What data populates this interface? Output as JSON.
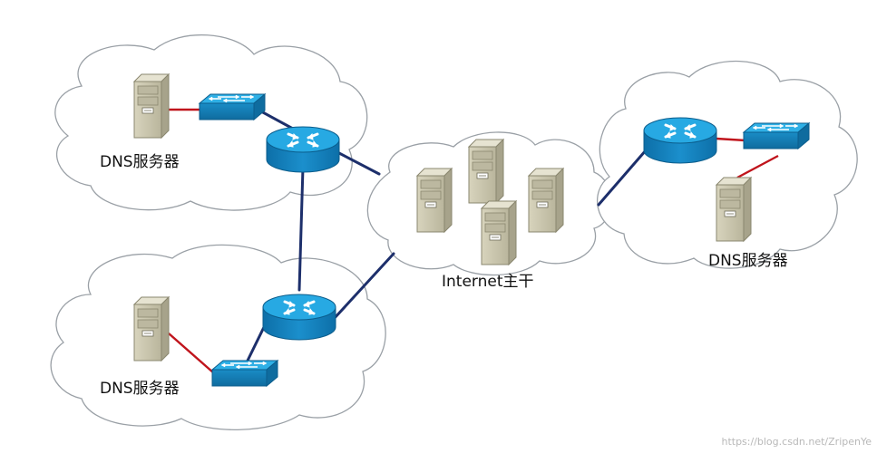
{
  "labels": {
    "dns_top_left": "DNS服务器",
    "dns_bottom_left": "DNS服务器",
    "dns_right": "DNS服务器",
    "internet": "Internet主干"
  },
  "watermark": "https://blog.csdn.net/ZripenYe",
  "colors": {
    "cloud_stroke": "#9aa0a6",
    "backbone_link": "#1d2f6b",
    "lan_link": "#c0141c",
    "router_blue": "#1ea3dc",
    "switch_blue": "#2aa7df",
    "server_body": "#c9c5ad"
  },
  "icons": {
    "router": "router-icon",
    "switch": "switch-icon",
    "server": "server-icon",
    "cloud": "cloud-icon"
  }
}
